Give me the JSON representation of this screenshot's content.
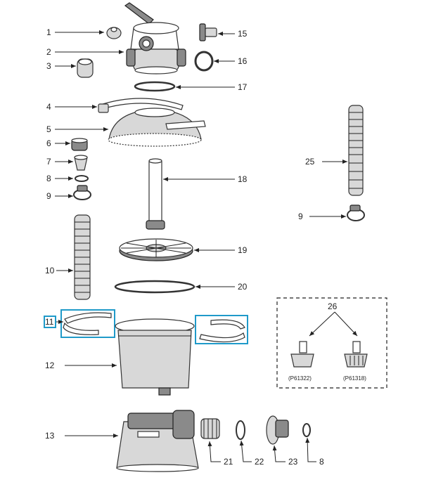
{
  "labels": {
    "l1": "1",
    "l2": "2",
    "l3": "3",
    "l4": "4",
    "l5": "5",
    "l6": "6",
    "l7": "7",
    "l8a": "8",
    "l9a": "9",
    "l10": "10",
    "l11": "11",
    "l12": "12",
    "l13": "13",
    "l15": "15",
    "l16": "16",
    "l17": "17",
    "l18": "18",
    "l19": "19",
    "l20": "20",
    "l21": "21",
    "l22": "22",
    "l23": "23",
    "l8b": "8",
    "l25": "25",
    "l9b": "9",
    "l26": "26"
  },
  "variants": {
    "left_code": "(P61322)",
    "right_code": "(P61318)"
  },
  "colors": {
    "highlight": "#1f9ac9",
    "outline": "#333333",
    "shade": "#d8d8d8"
  }
}
